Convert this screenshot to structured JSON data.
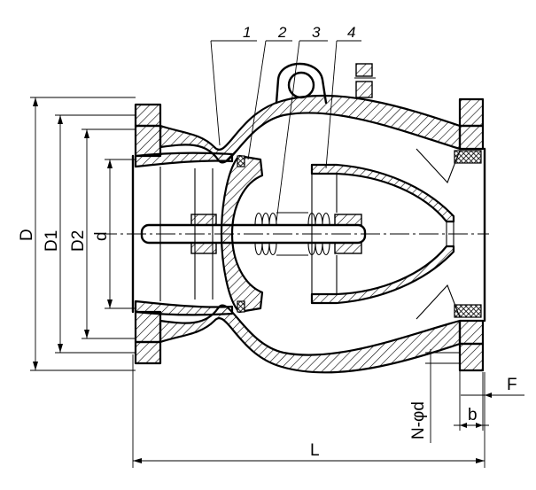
{
  "part_numbers": [
    "1",
    "2",
    "3",
    "4"
  ],
  "dimensions": {
    "D": "D",
    "D1": "D1",
    "D2": "D2",
    "d": "d",
    "L": "L",
    "F": "F",
    "b": "b",
    "Nd": "N-φd"
  },
  "colors": {
    "line": "#000000",
    "background": "#ffffff"
  }
}
